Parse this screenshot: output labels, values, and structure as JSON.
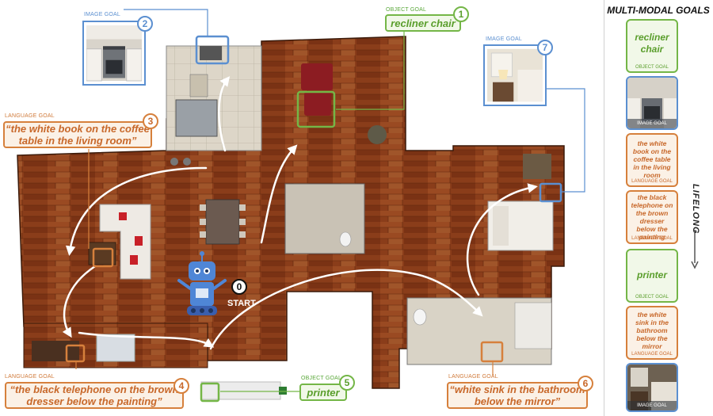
{
  "sidebar": {
    "title": "MULTI-MODAL GOALS",
    "lifelong": "LIFELONG",
    "cards": [
      {
        "type": "object",
        "text": "recliner chair",
        "tag": "OBJECT GOAL"
      },
      {
        "type": "image",
        "text": "",
        "tag": "IMAGE GOAL"
      },
      {
        "type": "language",
        "text": "the white book on the coffee table in the living room",
        "tag": "LANGUAGE GOAL"
      },
      {
        "type": "language",
        "text": "the black telephone on the brown dresser below the painting",
        "tag": "LANGUAGE GOAL"
      },
      {
        "type": "object",
        "text": "printer",
        "tag": "OBJECT GOAL"
      },
      {
        "type": "language",
        "text": "the white sink in the bathroom below the mirror",
        "tag": "LANGUAGE GOAL"
      },
      {
        "type": "image",
        "text": "",
        "tag": "IMAGE GOAL"
      }
    ]
  },
  "goals": [
    {
      "num": "1",
      "type": "object",
      "label": "OBJECT GOAL",
      "text": "recliner chair"
    },
    {
      "num": "2",
      "type": "image",
      "label": "IMAGE GOAL",
      "text": ""
    },
    {
      "num": "3",
      "type": "language",
      "label": "LANGUAGE GOAL",
      "text": "“the white book on the coffee table in the living room”"
    },
    {
      "num": "4",
      "type": "language",
      "label": "LANGUAGE GOAL",
      "text": "“the black telephone on the brown dresser below the painting”"
    },
    {
      "num": "5",
      "type": "object",
      "label": "OBJECT GOAL",
      "text": "printer"
    },
    {
      "num": "6",
      "type": "language",
      "label": "LANGUAGE GOAL",
      "text": "“white sink in the bathroom below the mirror”"
    },
    {
      "num": "7",
      "type": "image",
      "label": "IMAGE GOAL",
      "text": ""
    }
  ],
  "start": {
    "num": "0",
    "label": "START"
  },
  "colors": {
    "object": "#74b647",
    "image": "#5b8fd0",
    "language": "#d6803c",
    "wood": "#8a3d1a",
    "tile": "#d8d2c4"
  }
}
